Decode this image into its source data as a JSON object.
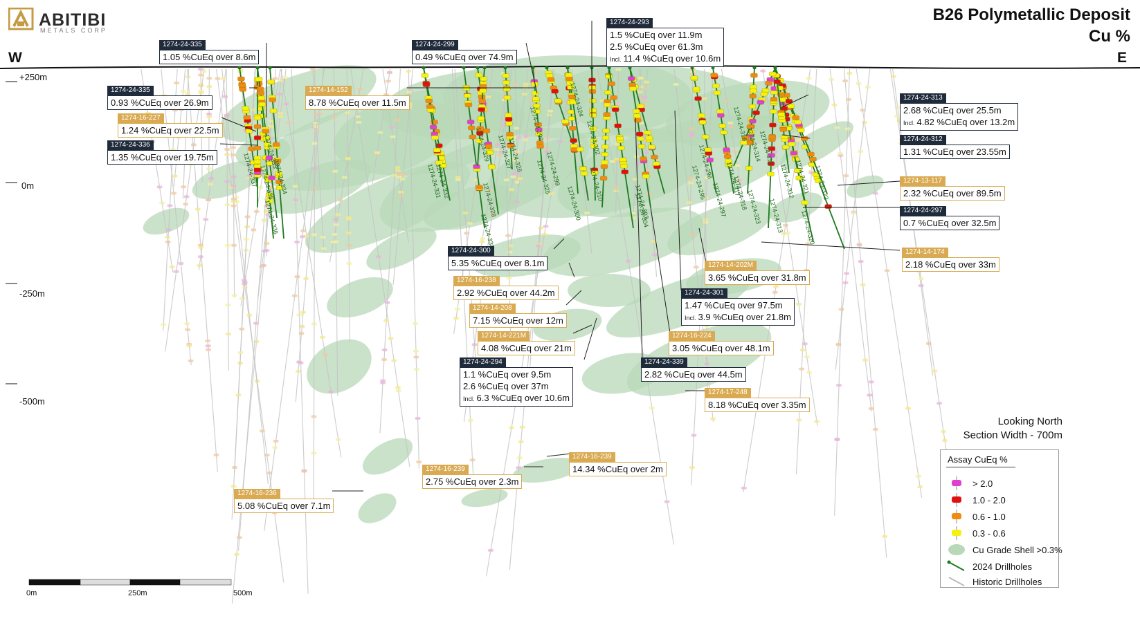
{
  "header": {
    "company": "ABITIBI",
    "company_sub": "METALS CORP",
    "title_line1": "B26 Polymetallic Deposit",
    "title_line2": "Cu %",
    "west": "W",
    "east": "E"
  },
  "elevations": [
    "+250m",
    "0m",
    "-250m",
    "-500m"
  ],
  "view": {
    "looking": "Looking North",
    "section_width": "Section Width - 700m"
  },
  "scale": {
    "labels": [
      "0m",
      "250m",
      "500m"
    ]
  },
  "legend": {
    "title": "Assay CuEq %",
    "items": [
      {
        "label": "> 2.0",
        "color": "#e040d0"
      },
      {
        "label": "1.0 - 2.0",
        "color": "#e01010"
      },
      {
        "label": "0.6 - 1.0",
        "color": "#f08a10"
      },
      {
        "label": "0.3 - 0.6",
        "color": "#f4f010"
      },
      {
        "label": "Cu Grade Shell >0.3%",
        "color": "#b8d8b8"
      },
      {
        "label": "2024 Drillholes",
        "color": "#1f7a1f"
      },
      {
        "label": "Historic Drillholes",
        "color": "#bbbbbb"
      }
    ]
  },
  "colors": {
    "new_header": "#1f2a3a",
    "hist_header": "#d9aa52",
    "shell": "#b8d8b8",
    "drill_2024": "#1f7a1f",
    "drill_hist": "#c4c4c4"
  },
  "callouts": [
    {
      "id": "1274-24-335",
      "kind": "new",
      "lines": [
        "1.05 %CuEq over 8.6m"
      ]
    },
    {
      "id": "1274-24-335",
      "kind": "new",
      "lines": [
        "0.93 %CuEq over 26.9m"
      ]
    },
    {
      "id": "1274-16-227",
      "kind": "hist",
      "lines": [
        "1.24 %CuEq over 22.5m"
      ]
    },
    {
      "id": "1274-24-336",
      "kind": "new",
      "lines": [
        "1.35 %CuEq over 19.75m"
      ]
    },
    {
      "id": "1274-14-152",
      "kind": "hist",
      "lines": [
        "8.78 %CuEq over 11.5m"
      ]
    },
    {
      "id": "1274-24-299",
      "kind": "new",
      "lines": [
        "0.49 %CuEq over 74.9m"
      ]
    },
    {
      "id": "1274-24-293",
      "kind": "new",
      "lines": [
        "1.5 %CuEq over 11.9m",
        "2.5 %CuEq over 61.3m",
        "11.4 %CuEq over 10.6m"
      ],
      "incl_index": 2
    },
    {
      "id": "1274-24-313",
      "kind": "new",
      "lines": [
        "2.68 %CuEq over 25.5m",
        "4.82 %CuEq over 13.2m"
      ],
      "incl_index": 1
    },
    {
      "id": "1274-24-312",
      "kind": "new",
      "lines": [
        "1.31 %CuEq over 23.55m"
      ]
    },
    {
      "id": "1274-13-117",
      "kind": "hist",
      "lines": [
        "2.32 %CuEq over 89.5m"
      ]
    },
    {
      "id": "1274-24-297",
      "kind": "new",
      "lines": [
        "0.7 %CuEq over 32.5m"
      ]
    },
    {
      "id": "1274-14-174",
      "kind": "hist",
      "lines": [
        "2.18 %CuEq over 33m"
      ]
    },
    {
      "id": "1274-24-300",
      "kind": "new",
      "lines": [
        "5.35 %CuEq over 8.1m"
      ]
    },
    {
      "id": "1274-16-238",
      "kind": "hist",
      "lines": [
        "2.92 %CuEq over 44.2m"
      ]
    },
    {
      "id": "1274-14-208",
      "kind": "hist",
      "lines": [
        "7.15 %CuEq over 12m"
      ]
    },
    {
      "id": "1274-14-221M",
      "kind": "hist",
      "lines": [
        "4.08 %CuEq over 21m"
      ]
    },
    {
      "id": "1274-24-294",
      "kind": "new",
      "lines": [
        "1.1 %CuEq over 9.5m",
        "2.6 %CuEq over 37m",
        "6.3 %CuEq over 10.6m"
      ],
      "incl_index": 2
    },
    {
      "id": "1274-14-202M",
      "kind": "hist",
      "lines": [
        "3.65 %CuEq over 31.8m"
      ]
    },
    {
      "id": "1274-24-301",
      "kind": "new",
      "lines": [
        "1.47 %CuEq over 97.5m",
        "3.9 %CuEq over 21.8m"
      ],
      "incl_index": 1
    },
    {
      "id": "1274-16-224",
      "kind": "hist",
      "lines": [
        "3.05 %CuEq over 48.1m"
      ]
    },
    {
      "id": "1274-24-339",
      "kind": "new",
      "lines": [
        "2.82 %CuEq over 44.5m"
      ]
    },
    {
      "id": "1274-17-248",
      "kind": "hist",
      "lines": [
        "8.18 %CuEq over 3.35m"
      ]
    },
    {
      "id": "1274-16-239",
      "kind": "hist",
      "lines": [
        "14.34 %CuEq over 2m"
      ]
    },
    {
      "id": "1274-16-239",
      "kind": "hist",
      "lines": [
        "2.75 %CuEq over 2.3m"
      ]
    },
    {
      "id": "1274-16-236",
      "kind": "hist",
      "lines": [
        "5.08 %CuEq over 7.1m"
      ]
    }
  ],
  "incl_label": "Incl.",
  "hole_labels": [
    "1274-24-337",
    "1274-24-333",
    "1274-24-334",
    "1274-24-335",
    "1274-24-336",
    "1274-24-331",
    "1274-24-332",
    "1274-24-329",
    "1274-24-328",
    "1274-24-330",
    "1274-24-327",
    "1274-24-326",
    "1274-24-298",
    "1274-24-325",
    "1274-24-299",
    "1274-24-324",
    "1274-24-300",
    "1274-24-302",
    "1274-24-310",
    "1274-24-303",
    "1274-24-304",
    "1274-24-296",
    "1274-24-295",
    "1274-24-297",
    "1274-24-316",
    "1274-24-317",
    "1274-24-314",
    "1274-24-318",
    "1274-24-323",
    "1274-24-315",
    "1274-24-313",
    "1274-24-312",
    "1274-24-321",
    "1274-24-322",
    "1274-24-320"
  ]
}
